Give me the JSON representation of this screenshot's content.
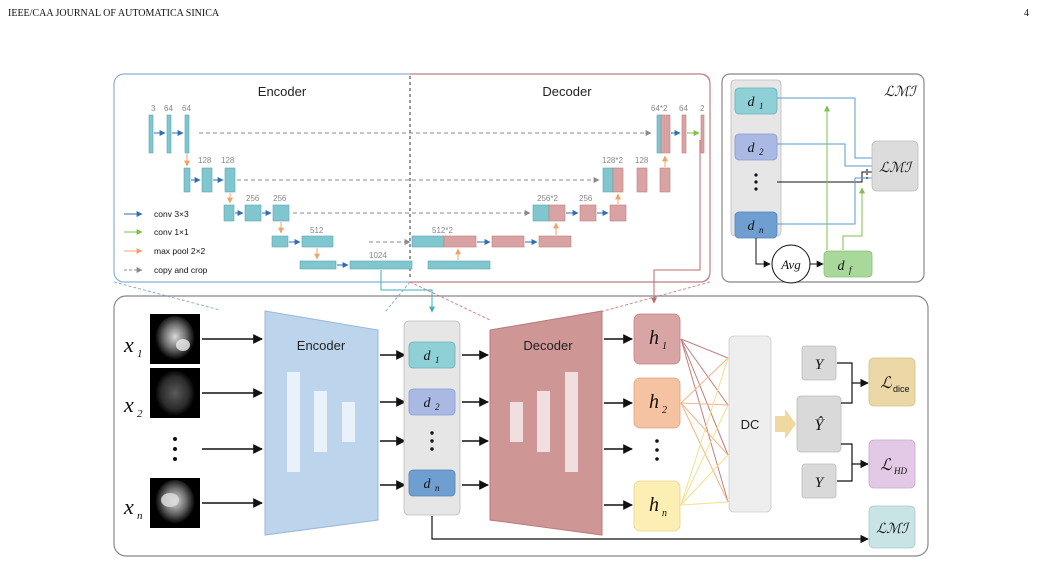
{
  "header": {
    "journal": "IEEE/CAA JOURNAL OF AUTOMATICA SINICA",
    "page": "4"
  },
  "unet": {
    "encoder_title": "Encoder",
    "decoder_title": "Decoder",
    "channels": {
      "c3": "3",
      "c64a": "64",
      "c64b": "64",
      "c128a": "128",
      "c128b": "128",
      "c256a": "256",
      "c256b": "256",
      "c512": "512",
      "c1024": "1024",
      "d512x2": "512*2",
      "d256x2": "256*2",
      "d256": "256",
      "d128x2": "128*2",
      "d128": "128",
      "d64x2": "64*2",
      "d64": "64",
      "d2": "2"
    },
    "legend": {
      "conv3": "conv 3×3",
      "conv1": "conv 1×1",
      "pool": "max pool 2×2",
      "copy": "copy and crop"
    }
  },
  "mi": {
    "loss": "ℒℳℐ",
    "d1": "d",
    "d1_sub": "1",
    "d2": "d",
    "d2_sub": "2",
    "dn": "d",
    "dn_sub": "n",
    "avg": "Avg",
    "df": "d",
    "df_sub": "f"
  },
  "main": {
    "inputs": [
      {
        "x": "x",
        "sub": "1"
      },
      {
        "x": "x",
        "sub": "2"
      },
      {
        "x": "x",
        "sub": "n"
      }
    ],
    "encoder_label": "Encoder",
    "decoder_label": "Decoder",
    "dc_label": "DC",
    "features": [
      {
        "d": "d",
        "sub": "1"
      },
      {
        "d": "d",
        "sub": "2"
      },
      {
        "d": "d",
        "sub": "n"
      }
    ],
    "heads": [
      {
        "h": "h",
        "sub": "1",
        "color": "#d9a4a4"
      },
      {
        "h": "h",
        "sub": "2",
        "color": "#f5c3a2"
      },
      {
        "h": "h",
        "sub": "n",
        "color": "#fdeeb4"
      }
    ],
    "y_top": "Y",
    "y_hat": "Ŷ",
    "y_bottom": "Y",
    "loss_dice": "ℒ",
    "loss_dice_sub": "dice",
    "loss_hd": "ℒ",
    "loss_hd_sub": "HD",
    "loss_mi": "ℒℳℐ"
  },
  "colors": {
    "teal": "#7fc6cf",
    "pink": "#d9a3a3",
    "encoder_fill": "#bcd4ec",
    "decoder_fill": "#cf9696",
    "d1": "#8fd0d6",
    "d2": "#a9b9e4",
    "dn": "#6f9fd0",
    "dice": "#ecd7a6",
    "hd": "#e4c9e6",
    "mi_loss": "#c8e4e4",
    "df": "#a8d89a"
  }
}
